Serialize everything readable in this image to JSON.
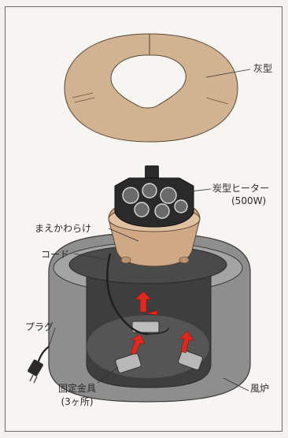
{
  "labels": {
    "ash_mold": "灰型",
    "heater": "炭型ヒーター",
    "heater_watt": "(500W)",
    "maekawarake": "まえかわらけ",
    "cord": "コード",
    "plug": "プラグ",
    "fixture": "固定金具",
    "fixture_count": "(3ヶ所)",
    "furo": "風炉"
  },
  "colors": {
    "ash_mold_fill": "#d2b391",
    "clay_fill": "#cfa886",
    "heater_dark": "#2a2a2a",
    "furo_fill": "#8e8e8e",
    "furo_inner": "#3e3e3e",
    "arrow_red": "#e0281e",
    "line": "#333333"
  }
}
